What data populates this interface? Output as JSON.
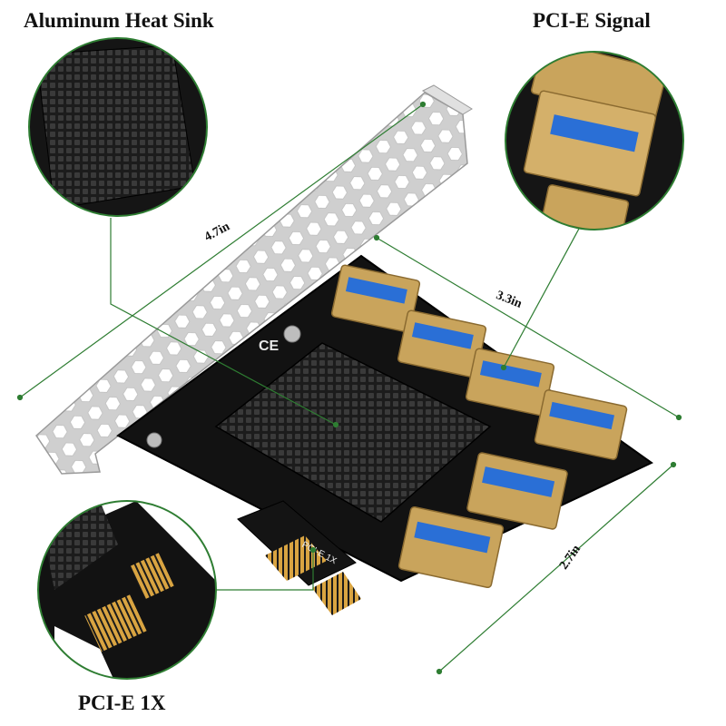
{
  "callouts": {
    "heatsink_title": "Aluminum Heat Sink",
    "pcie_signal_title": "PCI-E Signal",
    "pcie_1x_title": "PCI-E 1X"
  },
  "dimensions": {
    "width": "4.7in",
    "depth": "3.3in",
    "height": "2.7in"
  },
  "board_markings": {
    "slot_label": "PCI-E 1X",
    "ce_mark": "CE"
  },
  "colors": {
    "outline": "#2e7d32",
    "board": "#111111",
    "heatsink": "#222222",
    "connector_gold": "#c9a45c",
    "usb_blue": "#2a6fd6",
    "bracket": "#c8c8c8",
    "contacts": "#d9a441"
  },
  "usb_port_count": 6
}
